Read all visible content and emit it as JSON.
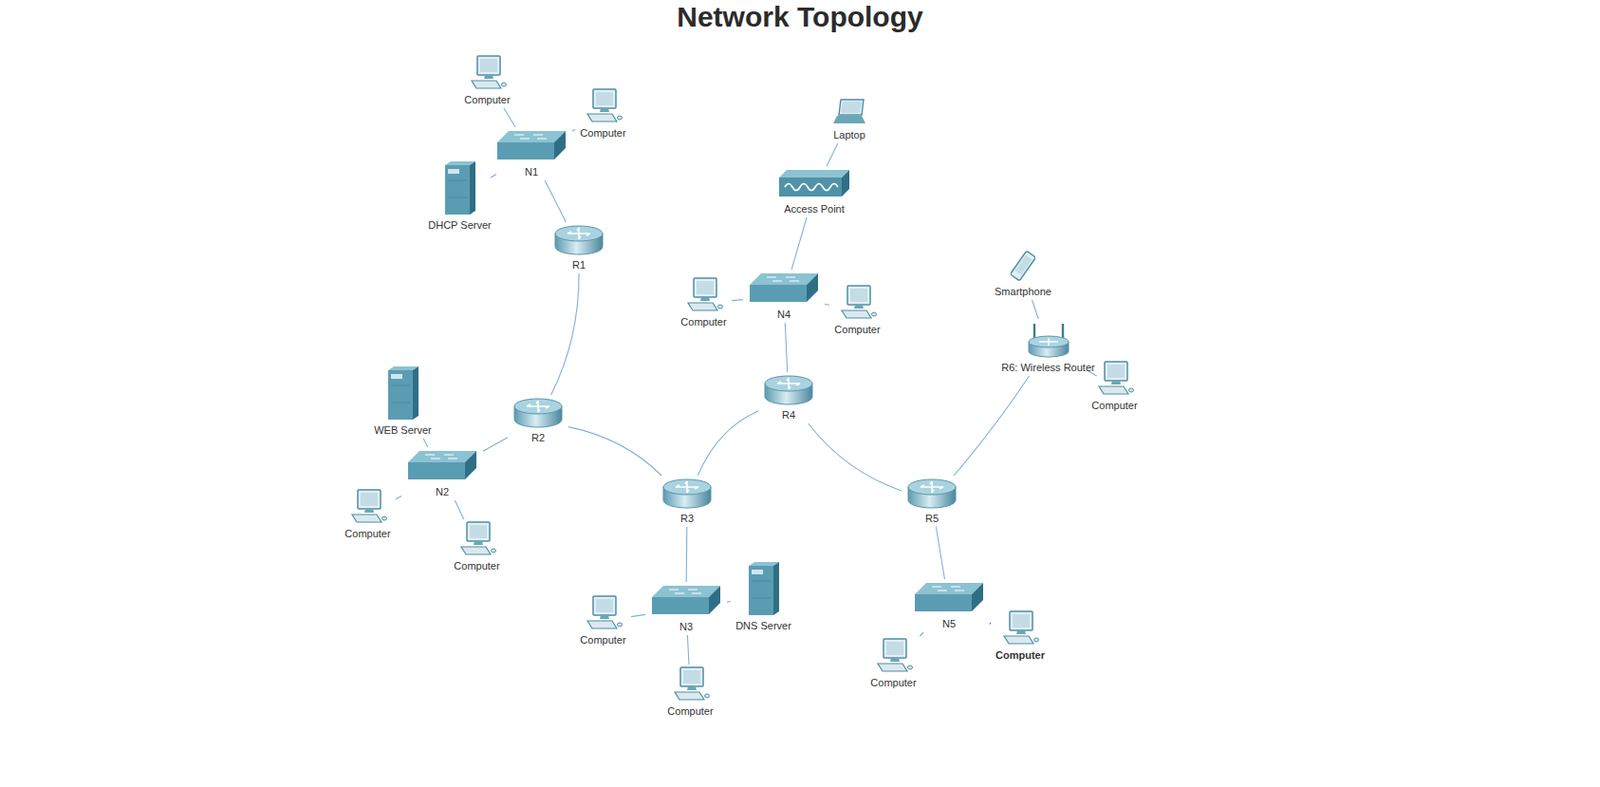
{
  "diagram": {
    "title": "Network Topology",
    "nodes": [
      {
        "text": [
          "Computer"
        ]
      },
      {
        "text": [
          "Computer"
        ]
      },
      {
        "text": [
          "N1"
        ]
      },
      {
        "text": [
          "DHCP Server"
        ]
      },
      {
        "text": [
          "R1"
        ]
      },
      {
        "text": [
          "Laptop"
        ]
      },
      {
        "text": [
          "Access Point"
        ]
      },
      {
        "text": [
          "Computer"
        ]
      },
      {
        "text": [
          "N4"
        ]
      },
      {
        "text": [
          "Computer"
        ]
      },
      {
        "text": [
          "Smartphone"
        ]
      },
      {
        "text": [
          "R6: Wireless Router"
        ]
      },
      {
        "text": [
          "Computer"
        ]
      },
      {
        "text": [
          "R4"
        ]
      },
      {
        "text": [
          "WEB Server"
        ]
      },
      {
        "text": [
          "R2"
        ]
      },
      {
        "text": [
          "N2"
        ]
      },
      {
        "text": [
          "Computer"
        ]
      },
      {
        "text": [
          "Computer"
        ]
      },
      {
        "text": [
          "R3"
        ]
      },
      {
        "text": [
          "R5"
        ]
      },
      {
        "text": [
          "N3"
        ]
      },
      {
        "text": [
          "DNS Server"
        ]
      },
      {
        "text": [
          "Computer"
        ]
      },
      {
        "text": [
          "Computer"
        ]
      },
      {
        "text": [
          "N5"
        ]
      },
      {
        "text": [
          "Computer"
        ]
      },
      {
        "text": [
          "Computer"
        ]
      }
    ],
    "edges": [
      {
        "from": 0,
        "to": 2,
        "arrow": "none"
      },
      {
        "from": 1,
        "to": 2,
        "arrow": "none"
      },
      {
        "from": 3,
        "to": 2,
        "arrow": "none"
      },
      {
        "from": 2,
        "to": 4,
        "arrow": "none"
      },
      {
        "from": 4,
        "to": 15,
        "arrow": "none"
      },
      {
        "from": 14,
        "to": 16,
        "arrow": "none"
      },
      {
        "from": 15,
        "to": 16,
        "arrow": "none"
      },
      {
        "from": 17,
        "to": 16,
        "arrow": "none"
      },
      {
        "from": 18,
        "to": 16,
        "arrow": "none"
      },
      {
        "from": 15,
        "to": 19,
        "arrow": "none"
      },
      {
        "from": 19,
        "to": 13,
        "arrow": "none"
      },
      {
        "from": 13,
        "to": 8,
        "arrow": "none"
      },
      {
        "from": 8,
        "to": 6,
        "arrow": "none"
      },
      {
        "from": 6,
        "to": 5,
        "arrow": "none"
      },
      {
        "from": 7,
        "to": 8,
        "arrow": "none"
      },
      {
        "from": 9,
        "to": 8,
        "arrow": "none"
      },
      {
        "from": 13,
        "to": 20,
        "arrow": "none"
      },
      {
        "from": 20,
        "to": 11,
        "arrow": "none"
      },
      {
        "from": 11,
        "to": 10,
        "arrow": "none"
      },
      {
        "from": 11,
        "to": 12,
        "arrow": "none"
      },
      {
        "from": 19,
        "to": 21,
        "arrow": "none"
      },
      {
        "from": 23,
        "to": 21,
        "arrow": "none"
      },
      {
        "from": 22,
        "to": 21,
        "arrow": "none"
      },
      {
        "from": 24,
        "to": 21,
        "arrow": "none"
      },
      {
        "from": 20,
        "to": 25,
        "arrow": "none"
      },
      {
        "from": 25,
        "to": 26,
        "arrow": "none"
      },
      {
        "from": 25,
        "to": 27,
        "arrow": "none"
      }
    ]
  }
}
